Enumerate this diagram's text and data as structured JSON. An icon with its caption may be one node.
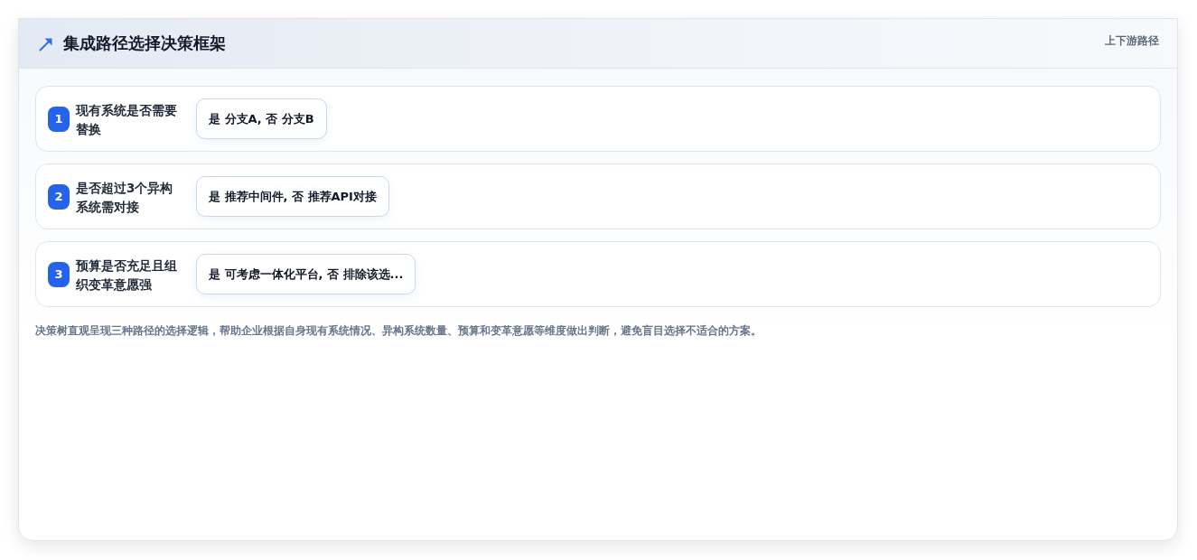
{
  "diagram": {
    "title": "集成路径选择决策框架",
    "nodes": [
      {
        "text": [
          "现有系统是否需要替换"
        ]
      },
      {
        "text": [
          "1"
        ],
        "in": 0
      },
      {
        "text": [
          "是 分支A, 否 分支B"
        ],
        "in": 0
      },
      {
        "text": [
          "是否超过3个异构系统需对接"
        ]
      },
      {
        "text": [
          "2"
        ],
        "in": 3
      },
      {
        "text": [
          "是 推荐中间件, 否 推荐API对接"
        ],
        "in": 3
      },
      {
        "text": [
          "预算是否充足且组织变革意愿强"
        ]
      },
      {
        "text": [
          "3"
        ],
        "in": 6
      },
      {
        "text": [
          "是 可考虑一体化平台, 否 排除该选..."
        ],
        "in": 6
      }
    ],
    "labels": [
      "上下游路径"
    ],
    "caption": "决策树直观呈现三种路径的选择逻辑，帮助企业根据自身现有系统情况、异构系统数量、预算和变革意愿等维度做出判断，避免盲目选择不适合的方案。"
  }
}
